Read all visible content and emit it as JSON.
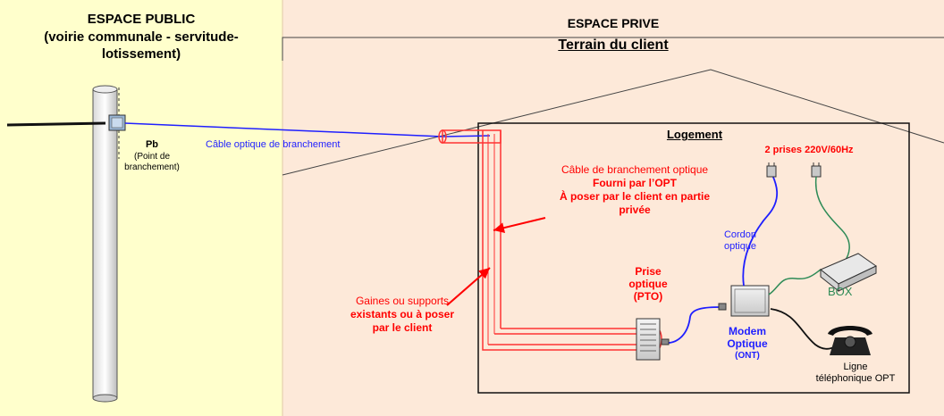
{
  "public_zone": {
    "title_line1": "ESPACE PUBLIC",
    "title_line2": "(voirie communale - servitude-",
    "title_line3": "lotissement)",
    "fill": "#ffffcc"
  },
  "private_zone": {
    "title": "ESPACE PRIVE",
    "subtitle": "Terrain du client",
    "fill": "#fde9d9"
  },
  "pb": {
    "label": "Pb",
    "desc_line1": "(Point de",
    "desc_line2": "branchement)"
  },
  "cable_branchement": {
    "label": "Câble optique de branchement",
    "color": "#1f1fff"
  },
  "house": {
    "label": "Logement"
  },
  "prises": {
    "label": "2 prises 220V/60Hz"
  },
  "optical_cable_note": {
    "line1": "Câble de branchement optique",
    "line2": "Fourni par l’OPT",
    "line3": "À poser par le client en partie",
    "line4": "privée"
  },
  "cordon": {
    "line1": "Cordon",
    "line2": "optique"
  },
  "box": {
    "label": "BOX"
  },
  "pto": {
    "line1": "Prise",
    "line2": "optique",
    "line3": "(PTO)"
  },
  "gaines": {
    "line1": "Gaines ou supports",
    "line2": "existants ou à poser",
    "line3": "par le client"
  },
  "modem": {
    "line1": "Modem",
    "line2": "Optique",
    "line3": "(ONT)"
  },
  "ligne": {
    "line1": "Ligne",
    "line2": "téléphonique OPT"
  },
  "colors": {
    "accent_red": "#ff0000",
    "fiber_blue": "#1f1fff",
    "cord_green": "#2e8b57"
  }
}
